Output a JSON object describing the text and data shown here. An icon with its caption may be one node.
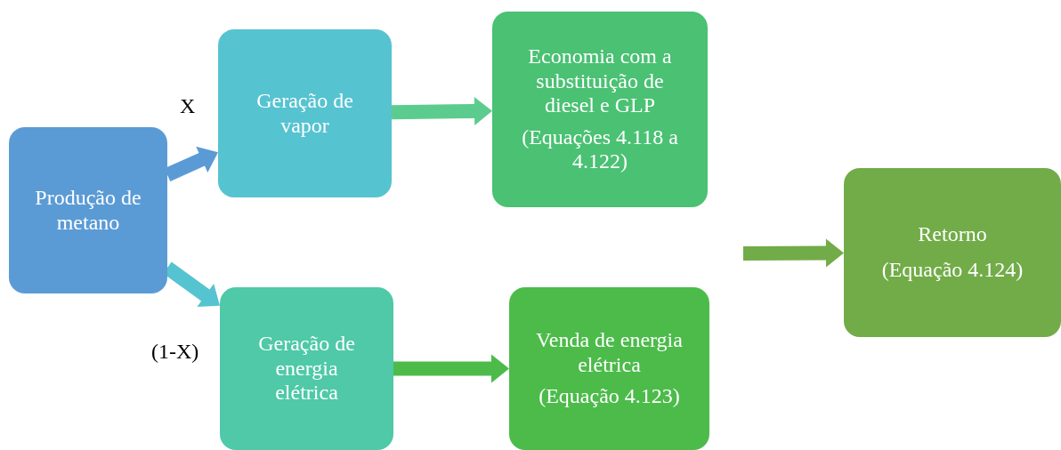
{
  "diagram": {
    "nodes": [
      {
        "text": [
          "Produção de metano"
        ]
      },
      {
        "text": [
          "Geração de vapor"
        ]
      },
      {
        "text": [
          "Geração de energia elétrica"
        ]
      },
      {
        "text": [
          "Economia com a substituição de diesel e GLP",
          "(Equações 4.118 a 4.122)"
        ]
      },
      {
        "text": [
          "Venda de energia elétrica",
          "(Equação 4.123)"
        ]
      },
      {
        "text": [
          "Retorno",
          "(Equação 4.124)"
        ]
      }
    ],
    "edges": [
      {
        "from": 0,
        "to": 1,
        "arrow": "to",
        "label": "X",
        "style": "thick",
        "color": "#5b9bd5"
      },
      {
        "from": 0,
        "to": 2,
        "arrow": "to",
        "label": "(1-X)",
        "style": "thick",
        "color": "#56c3d0"
      },
      {
        "from": 1,
        "to": 3,
        "arrow": "to",
        "style": "thick",
        "color": "#5ccc8e"
      },
      {
        "from": 2,
        "to": 4,
        "arrow": "to",
        "style": "thick",
        "color": "#4cbb4a"
      },
      {
        "from": null,
        "to": 5,
        "arrow": "to",
        "style": "thick",
        "color": "#72ac48"
      }
    ]
  }
}
